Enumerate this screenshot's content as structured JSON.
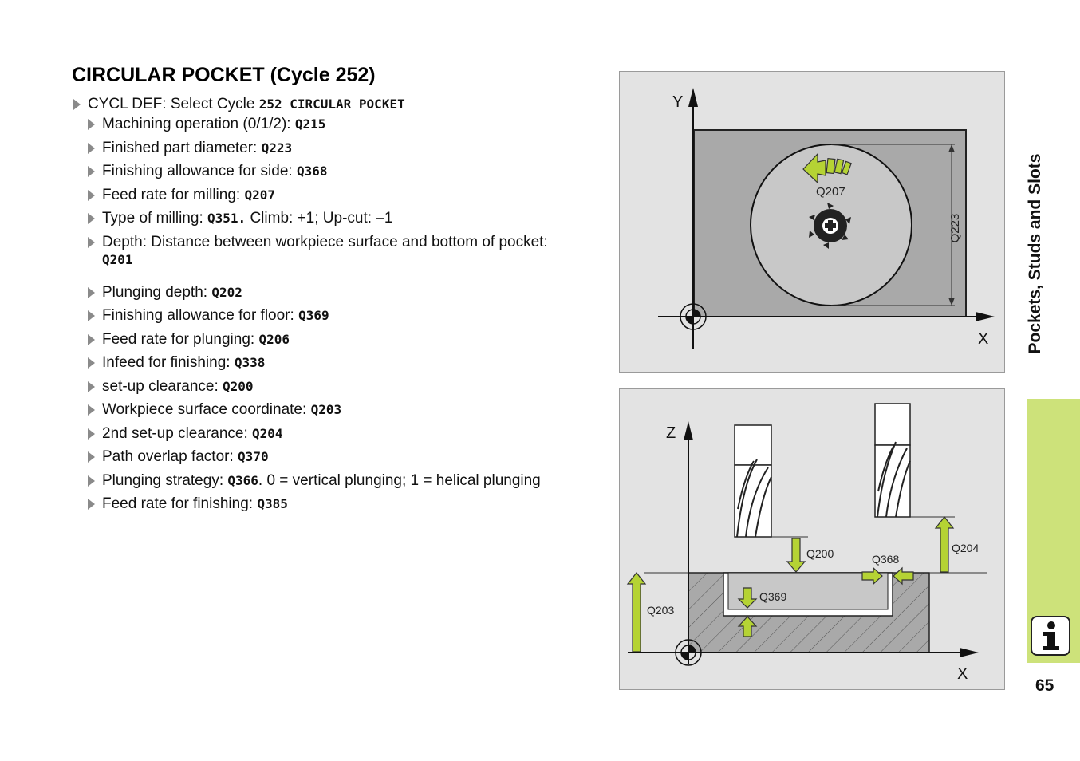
{
  "title": "CIRCULAR POCKET (Cycle 252)",
  "steps": [
    {
      "text": "CYCL DEF: Select Cycle ",
      "code": "252 CIRCULAR POCKET",
      "after": ""
    },
    {
      "text": "Machining operation (0/1/2): ",
      "code": "Q215",
      "after": ""
    },
    {
      "text": "Finished part diameter: ",
      "code": "Q223",
      "after": ""
    },
    {
      "text": "Finishing allowance for side: ",
      "code": "Q368",
      "after": ""
    },
    {
      "text": "Feed rate for milling: ",
      "code": "Q207",
      "after": ""
    },
    {
      "text": "Type of milling: ",
      "code": "Q351.",
      "after": " Climb: +1; Up-cut: –1"
    },
    {
      "text": "Depth: Distance between workpiece surface and bottom of pocket:",
      "code": "Q201",
      "after": ""
    },
    {
      "text": "Plunging depth: ",
      "code": "Q202",
      "after": ""
    },
    {
      "text": "Finishing allowance for floor: ",
      "code": "Q369",
      "after": ""
    },
    {
      "text": "Feed rate for plunging: ",
      "code": "Q206",
      "after": ""
    },
    {
      "text": "Infeed for finishing: ",
      "code": "Q338",
      "after": ""
    },
    {
      "text": "set-up clearance: ",
      "code": "Q200",
      "after": ""
    },
    {
      "text": "Workpiece surface coordinate: ",
      "code": "Q203",
      "after": ""
    },
    {
      "text": "2nd set-up clearance: ",
      "code": "Q204",
      "after": ""
    },
    {
      "text": "Path overlap factor: ",
      "code": "Q370",
      "after": ""
    },
    {
      "text": "Plunging strategy: ",
      "code": "Q366",
      "after": ". 0 = vertical plunging; 1 = helical plunging"
    },
    {
      "text": "Feed rate for finishing: ",
      "code": "Q385",
      "after": ""
    }
  ],
  "diagram_top": {
    "y_axis": "Y",
    "x_axis": "X",
    "feed": "Q207",
    "diameter": "Q223"
  },
  "diagram_bottom": {
    "z_axis": "Z",
    "x_axis": "X",
    "clearance": "Q200",
    "side_allowance": "Q368",
    "second_clearance": "Q204",
    "surface": "Q203",
    "floor_allowance": "Q369"
  },
  "sidebar": {
    "section": "Pockets, Studs and Slots",
    "page": "65"
  },
  "colors": {
    "accent": "#cde27a",
    "arrow": "#b5d334",
    "panel": "#e3e3e3"
  }
}
